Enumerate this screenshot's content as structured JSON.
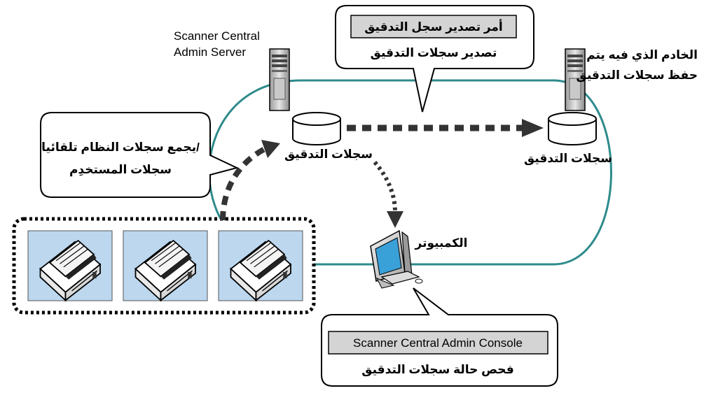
{
  "labels": {
    "central_server_line1": "Scanner Central",
    "central_server_line2": "Admin Server",
    "storage_server_line1": "الخادم الذي فيه يتم",
    "storage_server_line2": "حفظ سجلات التدقيق",
    "audit_logs_left": "سجلات التدقيق",
    "audit_logs_right": "سجلات التدقيق",
    "computer": "الكمبيوتر"
  },
  "callouts": {
    "export": {
      "command": "أمر تصدير سجل التدقيق",
      "description": "تصدير سجلات التدقيق"
    },
    "collect": {
      "line1": "يجمع سجلات النظام تلقائيا/",
      "line2": "سجلات المستخدِم"
    },
    "console": {
      "command": "Scanner Central Admin Console",
      "description": "فحص حالة سجلات التدقيق"
    }
  },
  "colors": {
    "network_line": "#2e8b8b",
    "scanner_tile": "#bcd7ee",
    "command_box": "#d4d4d4"
  }
}
